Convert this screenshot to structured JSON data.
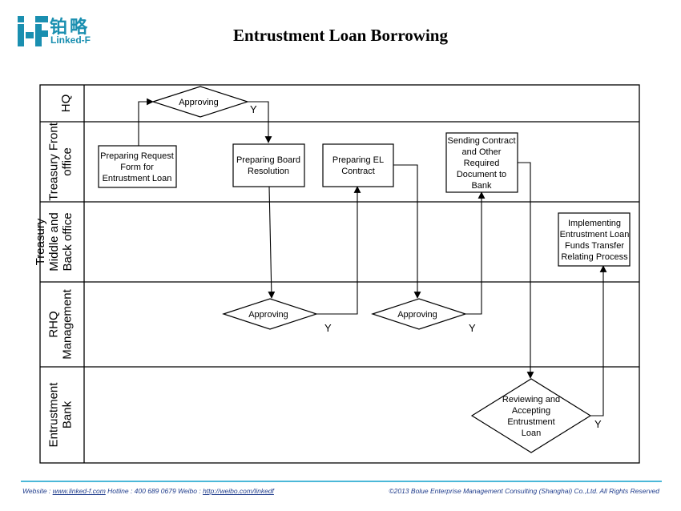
{
  "header": {
    "logo_cn": "铂略",
    "logo_en": "Linked-F",
    "title": "Entrustment Loan Borrowing"
  },
  "lanes": [
    {
      "id": "hq",
      "label_lines": [
        "HQ"
      ]
    },
    {
      "id": "tfo",
      "label_lines": [
        "Treasury Front",
        "office"
      ]
    },
    {
      "id": "tmb",
      "label_lines": [
        "Treasury",
        "Middle and",
        "Back office"
      ]
    },
    {
      "id": "rhq",
      "label_lines": [
        "RHQ",
        "Management"
      ]
    },
    {
      "id": "bank",
      "label_lines": [
        "Entrustment",
        "Bank"
      ]
    }
  ],
  "nodes": {
    "prep_request": [
      "Preparing Request",
      "Form  for",
      "Entrustment Loan"
    ],
    "hq_approving": [
      "Approving"
    ],
    "prep_board": [
      "Preparing Board",
      "Resolution"
    ],
    "prep_el": [
      "Preparing EL",
      "Contract"
    ],
    "sending_contract": [
      "Sending Contract",
      "and Other",
      "Required",
      "Document to",
      "Bank"
    ],
    "rhq_approving_1": [
      "Approving"
    ],
    "rhq_approving_2": [
      "Approving"
    ],
    "reviewing": [
      "Reviewing and",
      "Accepting",
      "Entrustment",
      "Loan"
    ],
    "implementing": [
      "Implementing",
      "Entrustment Loan",
      "Funds Transfer",
      "Relating Process"
    ]
  },
  "yes_label": "Y",
  "footer": {
    "website_label": "Website : ",
    "website_link": "www.linked-f.com",
    "hotline": "  Hotline : 400 689 0679  Weibo : ",
    "weibo_link": "http://weibo.com/linkedf",
    "copyright": "©2013 Bolue Enterprise Management Consulting (Shanghai) Co.,Ltd. All Rights Reserved"
  }
}
